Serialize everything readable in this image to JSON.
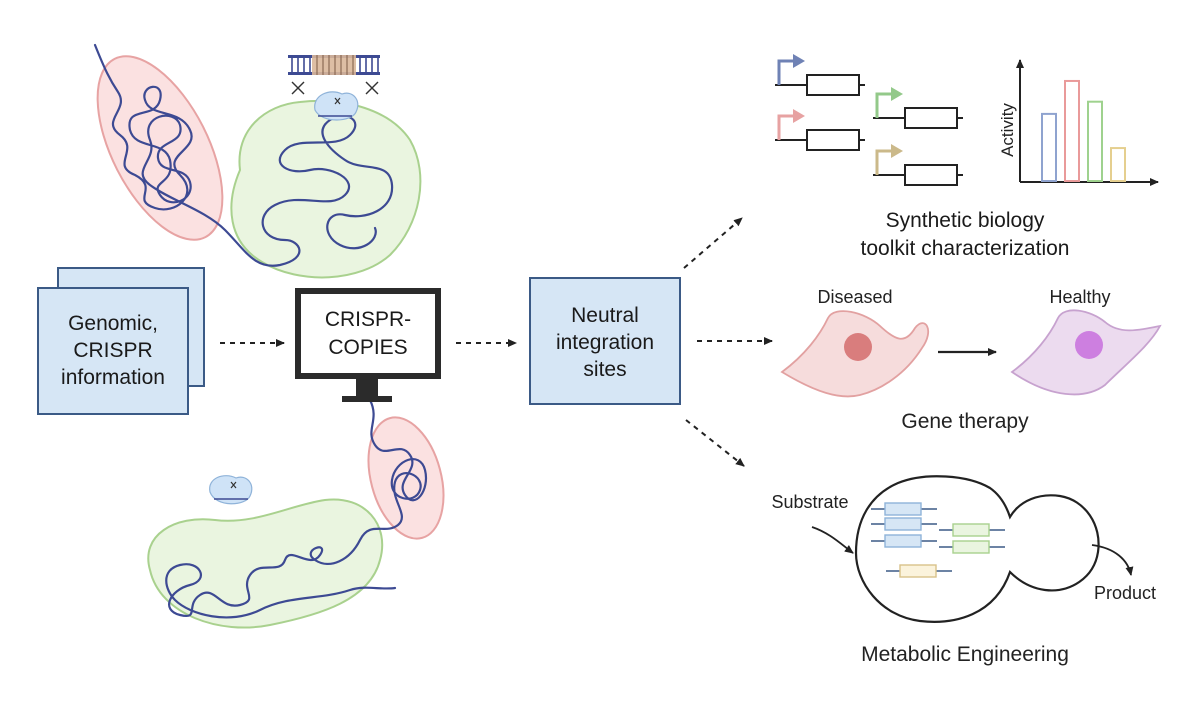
{
  "input_box": {
    "lines": [
      "Genomic,",
      "CRISPR",
      "information"
    ]
  },
  "computer": {
    "lines": [
      "CRISPR-",
      "COPIES"
    ]
  },
  "output_box": {
    "lines": [
      "Neutral",
      "integration",
      "sites"
    ]
  },
  "applications": {
    "synbio": {
      "title_lines": [
        "Synthetic biology",
        "toolkit characterization"
      ],
      "axis_label": "Activity",
      "chart_values": [
        0.55,
        0.82,
        0.65,
        0.27
      ],
      "bar_colors": [
        "#8fa3cf",
        "#e99a9a",
        "#9fd28e",
        "#e5cf8f"
      ],
      "promoter_colors": [
        "#6f82b5",
        "#e7a2a2",
        "#93c98a",
        "#cbb98a"
      ]
    },
    "gene_therapy": {
      "label_left": "Diseased",
      "label_right": "Healthy",
      "title": "Gene therapy"
    },
    "metabolic": {
      "substrate_label": "Substrate",
      "product_label": "Product",
      "title": "Metabolic Engineering"
    }
  },
  "colors": {
    "box_fill": "#d6e6f5",
    "box_stroke": "#3b5a86",
    "dna": "#3d4a93",
    "nucleoid_fill": "#fbe1e1",
    "nucleoid_stroke": "#e7a3a3",
    "cell_fill": "#eaf5e0",
    "cell_stroke": "#a9d18e",
    "diseased_fill": "#f6dcdc",
    "diseased_nucleus": "#d97d7d",
    "healthy_fill": "#ecdbef",
    "healthy_nucleus": "#cd7fe0"
  }
}
